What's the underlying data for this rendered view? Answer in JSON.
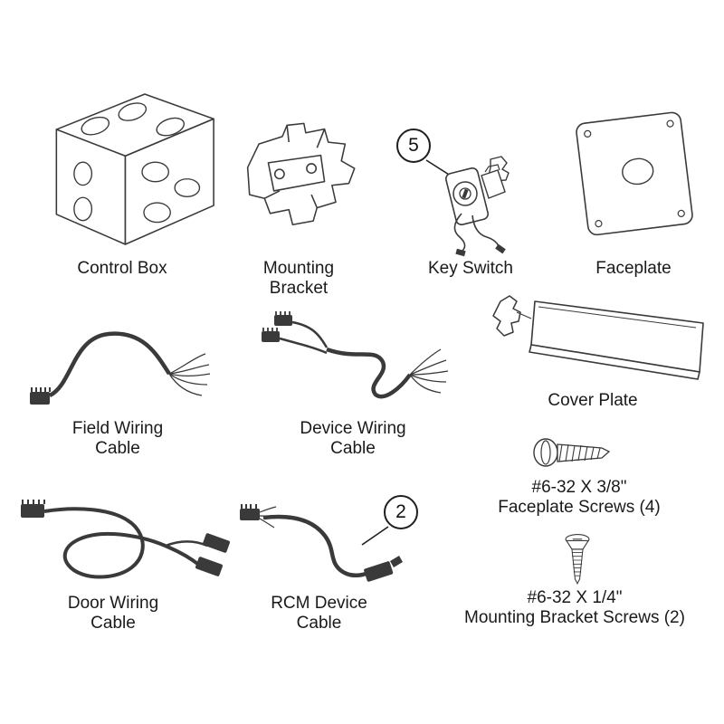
{
  "diagram": {
    "background_color": "#ffffff",
    "line_color": "#3a3a3a",
    "text_color": "#1a1a1a"
  },
  "parts": {
    "control_box": {
      "label": "Control Box"
    },
    "mounting_bracket": {
      "label_line1": "Mounting",
      "label_line2": "Bracket"
    },
    "key_switch": {
      "label": "Key Switch",
      "callout": "5"
    },
    "faceplate": {
      "label": "Faceplate"
    },
    "field_wiring_cable": {
      "label_line1": "Field Wiring",
      "label_line2": "Cable"
    },
    "device_wiring_cable": {
      "label_line1": "Device Wiring",
      "label_line2": "Cable"
    },
    "cover_plate": {
      "label": "Cover Plate"
    },
    "faceplate_screws": {
      "spec": "#6-32 X 3/8\"",
      "label": "Faceplate Screws (4)"
    },
    "door_wiring_cable": {
      "label_line1": "Door Wiring",
      "label_line2": "Cable"
    },
    "rcm_device_cable": {
      "label_line1": "RCM Device",
      "label_line2": "Cable",
      "callout": "2"
    },
    "mounting_bracket_screws": {
      "spec": "#6-32 X 1/4\"",
      "label": "Mounting Bracket Screws (2)"
    }
  }
}
